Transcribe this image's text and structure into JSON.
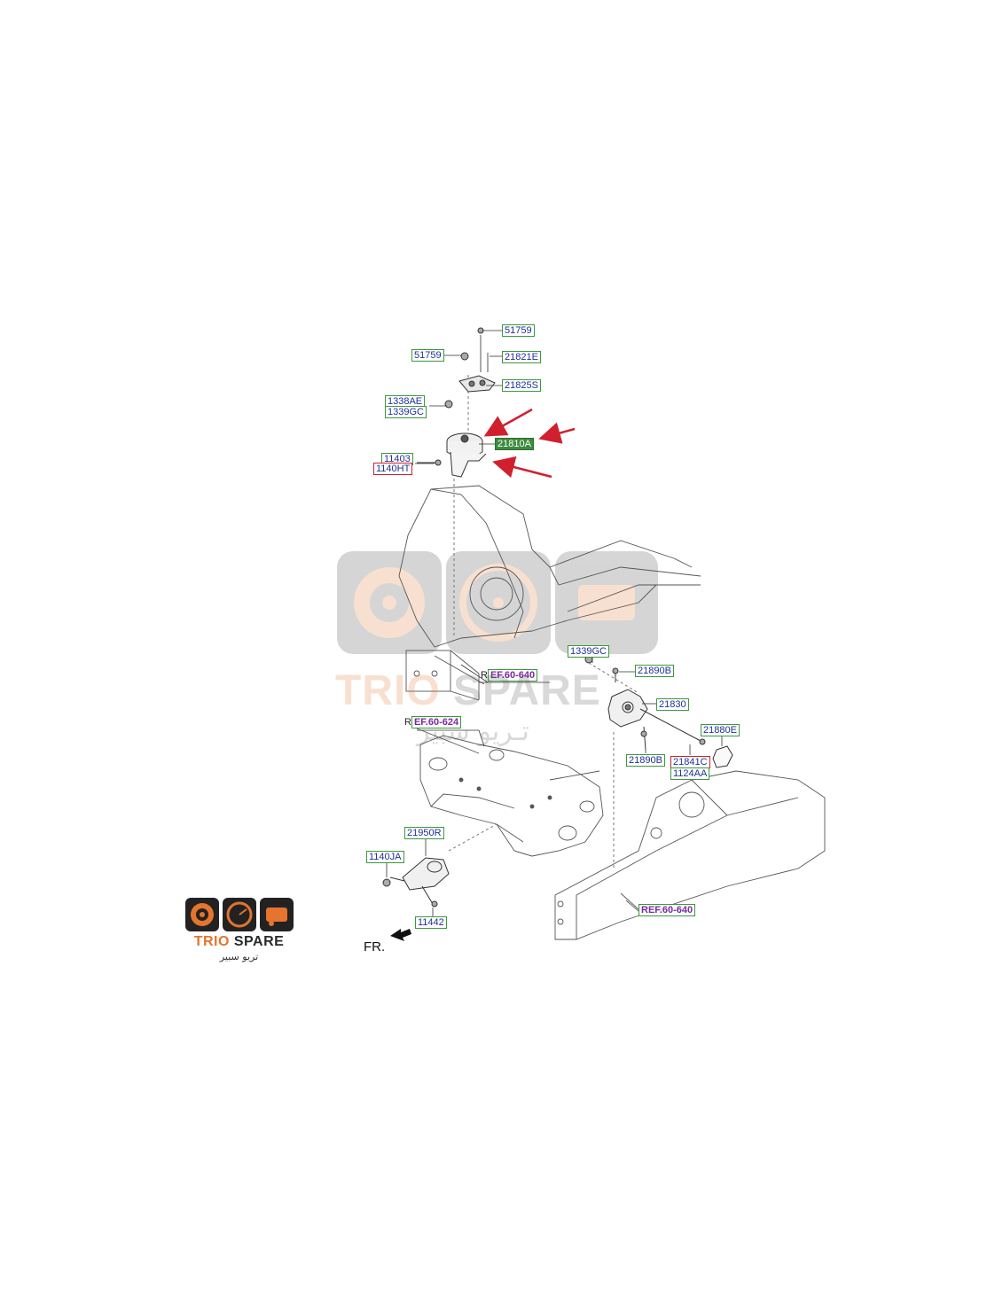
{
  "labels": {
    "l51759a": "51759",
    "l51759b": "51759",
    "l21821e": "21821E",
    "l21825s": "21825S",
    "l1338ae": "1338AE",
    "l1339gc": "1339GC",
    "l21810a": "21810A",
    "l11403": "11403",
    "l1140ht": "1140HT",
    "l1339gc2": "1339GC",
    "l21890b": "21890B",
    "l21830": "21830",
    "l21880e": "21880E",
    "l21890b2": "21890B",
    "l21841c": "21841C",
    "l1124aa": "1124AA",
    "l21950r": "21950R",
    "l1140ja": "1140JA",
    "l11442": "11442"
  },
  "refs": {
    "ref1_prefix": "R",
    "ref1_text": "EF.60-640",
    "ref2_prefix": "R",
    "ref2_text": "EF.60-624",
    "ref3_prefix": "",
    "ref3_text": "REF.60-640"
  },
  "front_label": "FR.",
  "logo": {
    "title_a": "TRIO",
    "title_b": " SPARE",
    "arabic": "تريو سبير"
  },
  "watermark": {
    "title_a": "TRIO",
    "title_b": " SPARE",
    "arabic": "تـريو سبير"
  },
  "colors": {
    "label_border": "#3a9a3a",
    "label_text": "#1f2f9a",
    "highlight_bg": "#3e8c3e",
    "highlight_border_red": "#d0202e",
    "arrow_red": "#d0202e",
    "brand_orange": "#e4742e",
    "logo_dark": "#2a2a2a"
  }
}
